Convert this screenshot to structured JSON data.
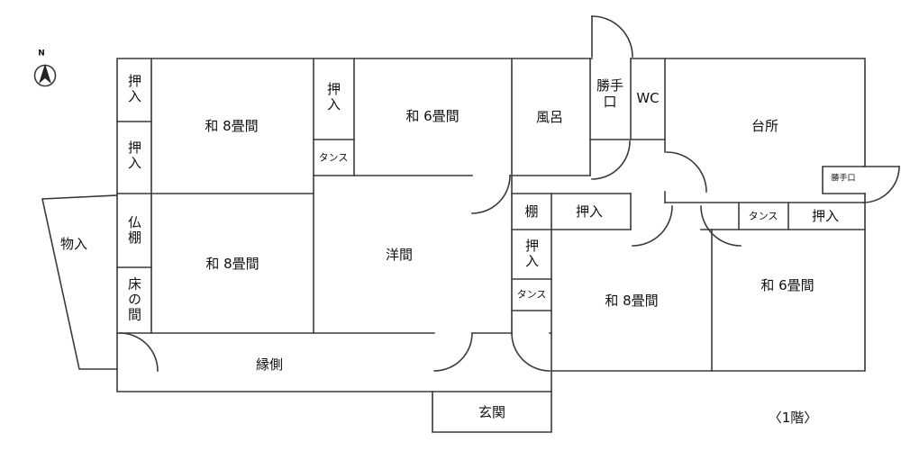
{
  "compass": {
    "label": "N"
  },
  "floor_note": "〈1階〉",
  "rooms": {
    "washitsu8_nw": "和 8畳間",
    "washitsu6_n": "和 6畳間",
    "furo": "風呂",
    "wc": "WC",
    "daidokoro": "台所",
    "washitsu8_sw": "和 8畳間",
    "yoma": "洋間",
    "washitsu8_se": "和 8畳間",
    "washitsu6_e": "和 6畳間",
    "engawa": "縁側",
    "genkan": "玄関",
    "monoire": "物入"
  },
  "storage": {
    "oshiire_nw_top": "押入",
    "oshiire_nw_bottom": "押入",
    "oshiire_n_center": "押入",
    "tansu_n_center": "タンス",
    "katteguchi_top": "勝手口",
    "katteguchi_right": "勝手口",
    "tana": "棚",
    "oshiire_center": "押入",
    "tansu_e": "タンス",
    "oshiire_e": "押入",
    "oshiire_mid_w": "押入",
    "tansu_mid_w": "タンス",
    "butsudana": "仏棚",
    "tokonoma": "床の間"
  }
}
